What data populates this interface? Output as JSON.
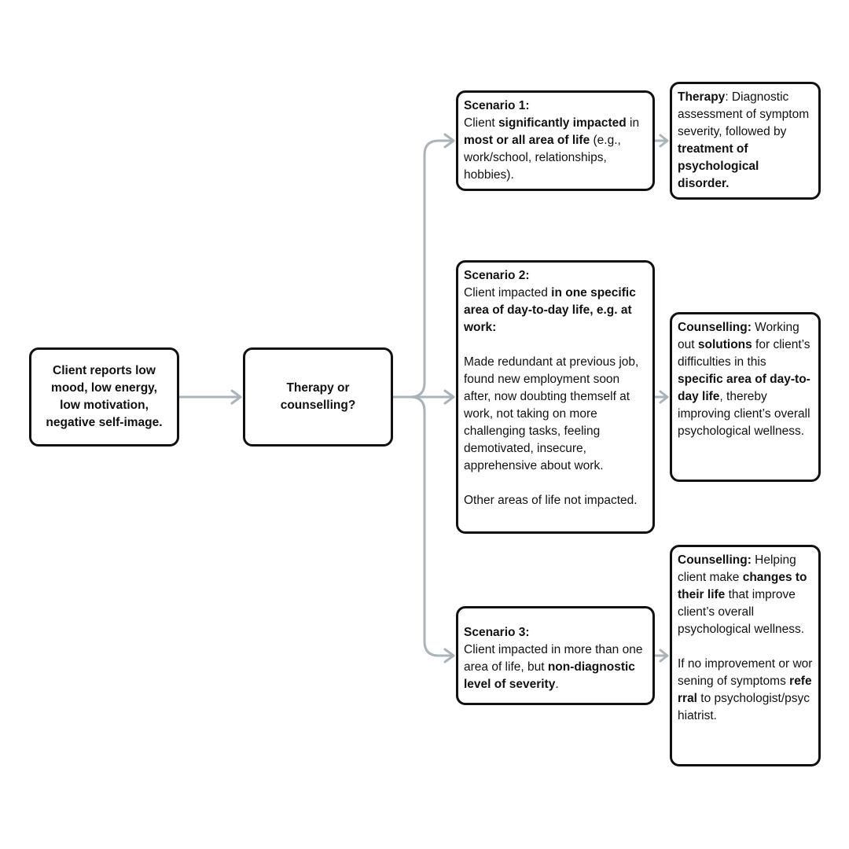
{
  "diagram": {
    "start": {
      "text": "Client reports low mood, low energy, low motivation, negative self-image."
    },
    "question": {
      "text": "Therapy or counselling?"
    },
    "scenario_1": {
      "title": "Scenario 1:",
      "t1": "Client ",
      "b1": "significantly impacted",
      "t2": " in ",
      "b2": "most or all area of life",
      "t3": " (e.g., work/school, relationships, hobbies)."
    },
    "scenario_2": {
      "title": "Scenario 2:",
      "t1": "Client impacted ",
      "b1": "in one specific area of day-to-day life, e.g. at work:",
      "para2": "Made redundant at previous job, found new employment soon after, now doubting themself at work, not taking on more challenging tasks, feeling demotivated, insecure, apprehensive about work.",
      "para3": "Other areas of life not impacted."
    },
    "scenario_3": {
      "title": "Scenario 3:",
      "t1": "Client impacted in more than one area of life, but ",
      "b1": "non-diagnostic level of severity",
      "t2": "."
    },
    "outcome_1": {
      "b1": "Therapy",
      "t1": ": Diagnostic assessment of symptom severity, followed by ",
      "b2": "treatment of psychological disorder."
    },
    "outcome_2": {
      "b1": "Counselling:",
      "t1": " Working out ",
      "b2": "solutions",
      "t2": " for client’s difficulties in this ",
      "b3": "specific area of day-to-day life",
      "t3": ", thereby improving client’s overall psychological wellness."
    },
    "outcome_3": {
      "b1": "Counselling:",
      "t1": " Helping client make ",
      "b2": "changes to their life",
      "t2": " that improve client’s overall psychological wellness.",
      "p2_t1": "If no improvement or worsening of symptoms ",
      "p2_b1": "referral",
      "p2_t2": " to psychologist/psychiatrist."
    }
  },
  "colors": {
    "connector": "#a9b3ba",
    "border": "#111111",
    "background": "#ffffff"
  }
}
